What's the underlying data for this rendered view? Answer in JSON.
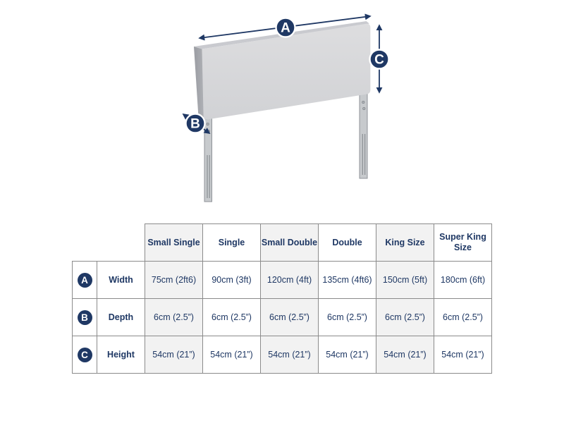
{
  "diagram": {
    "width_badge": "A",
    "depth_badge": "B",
    "height_badge": "C",
    "colors": {
      "navy": "#1f3864",
      "panel_face": "#d7d8da",
      "panel_side": "#a5a7ad",
      "leg": "#c7cacd"
    }
  },
  "table": {
    "columns": [
      "Small Single",
      "Single",
      "Small Double",
      "Double",
      "King Size",
      "Super King Size"
    ],
    "rows": [
      {
        "badge": "A",
        "label": "Width",
        "values": [
          "75cm (2ft6)",
          "90cm (3ft)",
          "120cm (4ft)",
          "135cm (4ft6)",
          "150cm (5ft)",
          "180cm (6ft)"
        ]
      },
      {
        "badge": "B",
        "label": "Depth",
        "values": [
          "6cm (2.5”)",
          "6cm (2.5”)",
          "6cm (2.5”)",
          "6cm (2.5”)",
          "6cm (2.5”)",
          "6cm (2.5”)"
        ]
      },
      {
        "badge": "C",
        "label": "Height",
        "values": [
          "54cm (21”)",
          "54cm (21”)",
          "54cm (21”)",
          "54cm (21”)",
          "54cm (21”)",
          "54cm (21”)"
        ]
      }
    ],
    "colors": {
      "band": "#f2f2f2",
      "border": "#8b8b8b",
      "text": "#1f3864"
    }
  }
}
